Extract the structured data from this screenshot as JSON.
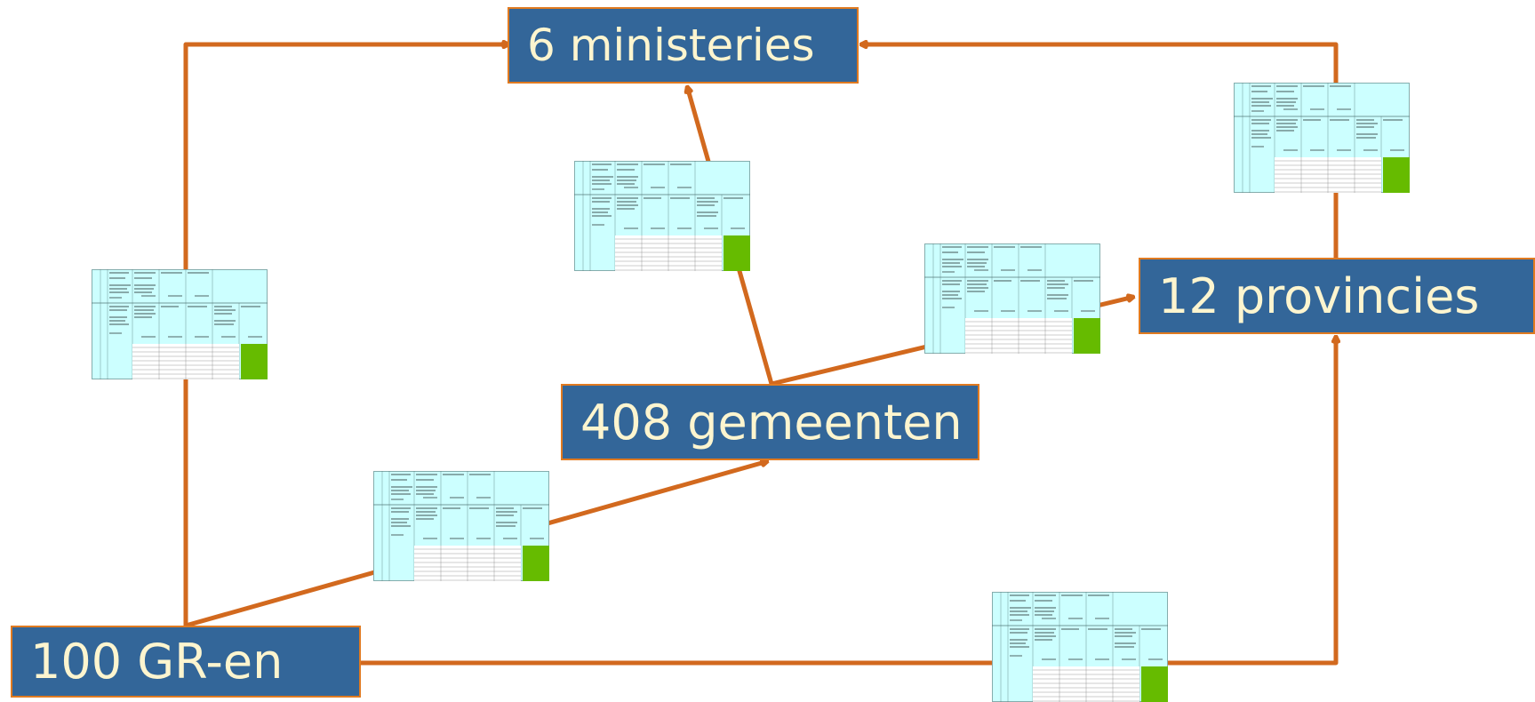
{
  "diagram": {
    "nodes": {
      "ministeries": {
        "label": "6 ministeries"
      },
      "provincies": {
        "label": "12 provincies"
      },
      "gemeenten": {
        "label": "408 gemeenten"
      },
      "gr": {
        "label": "100 GR-en"
      }
    },
    "colors": {
      "node_fill": "#336699",
      "node_border": "#e07a20",
      "node_text": "#fdf5cf",
      "arrow": "#d2691e",
      "sheet_fill": "#ccffff",
      "sheet_accent": "#66bb00"
    },
    "thumbnails": [
      {
        "name": "spreadsheet-thumbnail-gr-ministeries",
        "icon": "spreadsheet-icon"
      },
      {
        "name": "spreadsheet-thumbnail-gemeenten-ministeries",
        "icon": "spreadsheet-icon"
      },
      {
        "name": "spreadsheet-thumbnail-provincies-ministeries",
        "icon": "spreadsheet-icon"
      },
      {
        "name": "spreadsheet-thumbnail-gemeenten-provincies",
        "icon": "spreadsheet-icon"
      },
      {
        "name": "spreadsheet-thumbnail-gr-gemeenten",
        "icon": "spreadsheet-icon"
      },
      {
        "name": "spreadsheet-thumbnail-gr-provincies",
        "icon": "spreadsheet-icon"
      }
    ]
  }
}
